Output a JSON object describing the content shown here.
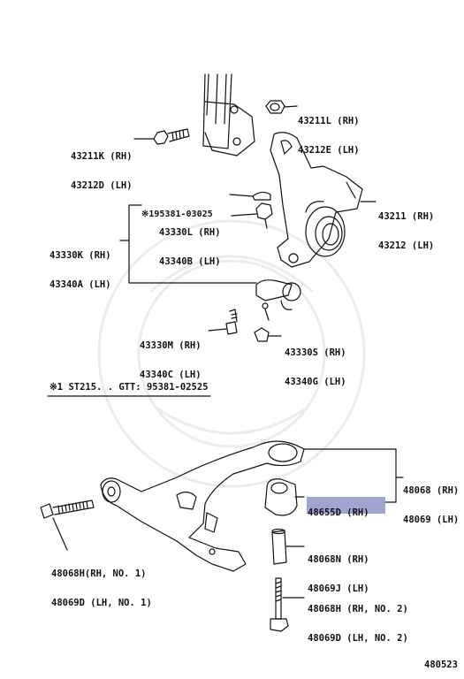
{
  "labels": {
    "p43211L": "43211L (RH)",
    "p43212E": "43212E (LH)",
    "p43211K": "43211K (RH)",
    "p43212D": "43212D (LH)",
    "p95381": "※195381-03025",
    "p43330L": "43330L (RH)",
    "p43340B": "43340B (LH)",
    "p43330K": "43330K (RH)",
    "p43340A": "43340A (LH)",
    "p43211": "43211 (RH)",
    "p43212": "43212 (LH)",
    "p43330M": "43330M (RH)",
    "p43340C": "43340C (LH)",
    "p43330S": "43330S (RH)",
    "p43340G": "43340G (LH)",
    "p48068": "48068 (RH)",
    "p48069": "48069 (LH)",
    "p48655D": "48655D (RH)",
    "p48068H1": "48068H(RH, NO. 1)",
    "p48069D1": "48069D (LH, NO. 1)",
    "p48068N": "48068N (RH)",
    "p48069J": "48069J (LH)",
    "p48068H2": "48068H (RH, NO. 2)",
    "p48069D2": "48069D (LH, NO. 2)"
  },
  "footnote": "※1 ST215. . GTT: 95381-02525",
  "diagram_id": "480523",
  "colors": {
    "line": "#111111",
    "highlight": "#8e95c9",
    "watermark": "#eeeeee"
  }
}
